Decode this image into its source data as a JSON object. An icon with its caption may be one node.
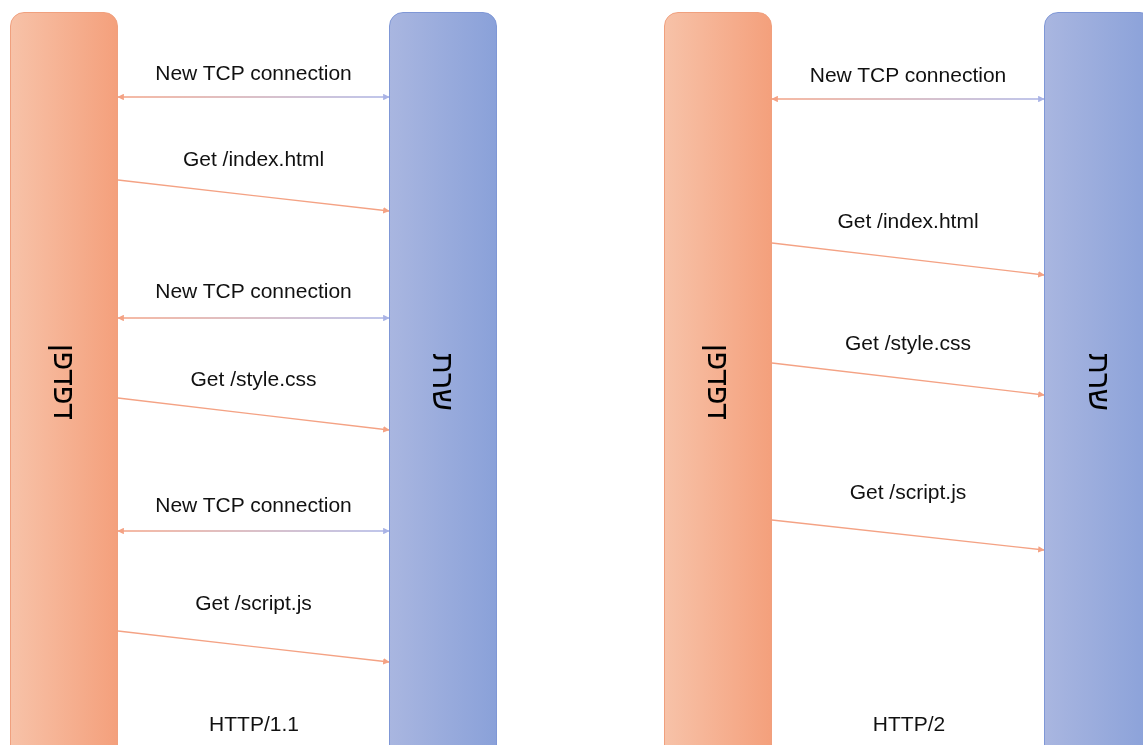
{
  "diagram": {
    "nodes": [
      {
        "text": [
          "דפדפן"
        ]
      },
      {
        "text": [
          "שרת"
        ]
      },
      {
        "text": [
          "דפדפן"
        ]
      },
      {
        "text": [
          "שרת"
        ]
      }
    ],
    "edges": [
      {
        "from": 0,
        "to": 1,
        "arrow": "both",
        "label": "New TCP connection",
        "color": "#a9b3e6"
      },
      {
        "from": 0,
        "to": 1,
        "arrow": "to",
        "label": "Get /index.html"
      },
      {
        "from": 0,
        "to": 1,
        "arrow": "both",
        "label": "New TCP connection",
        "color": "#a9b3e6"
      },
      {
        "from": 0,
        "to": 1,
        "arrow": "to",
        "label": "Get /style.css"
      },
      {
        "from": 0,
        "to": 1,
        "arrow": "both",
        "label": "New TCP connection",
        "color": "#a9b3e6"
      },
      {
        "from": 0,
        "to": 1,
        "arrow": "to",
        "label": "Get /script.js"
      },
      {
        "from": 2,
        "to": 3,
        "arrow": "both",
        "label": "New TCP connection",
        "color": "#a9b3e6"
      },
      {
        "from": 2,
        "to": 3,
        "arrow": "to",
        "label": "Get /index.html"
      },
      {
        "from": 2,
        "to": 3,
        "arrow": "to",
        "label": "Get /style.css"
      },
      {
        "from": 2,
        "to": 3,
        "arrow": "to",
        "label": "Get /script.js"
      }
    ],
    "labels": [
      "HTTP/1.1",
      "HTTP/2"
    ]
  }
}
